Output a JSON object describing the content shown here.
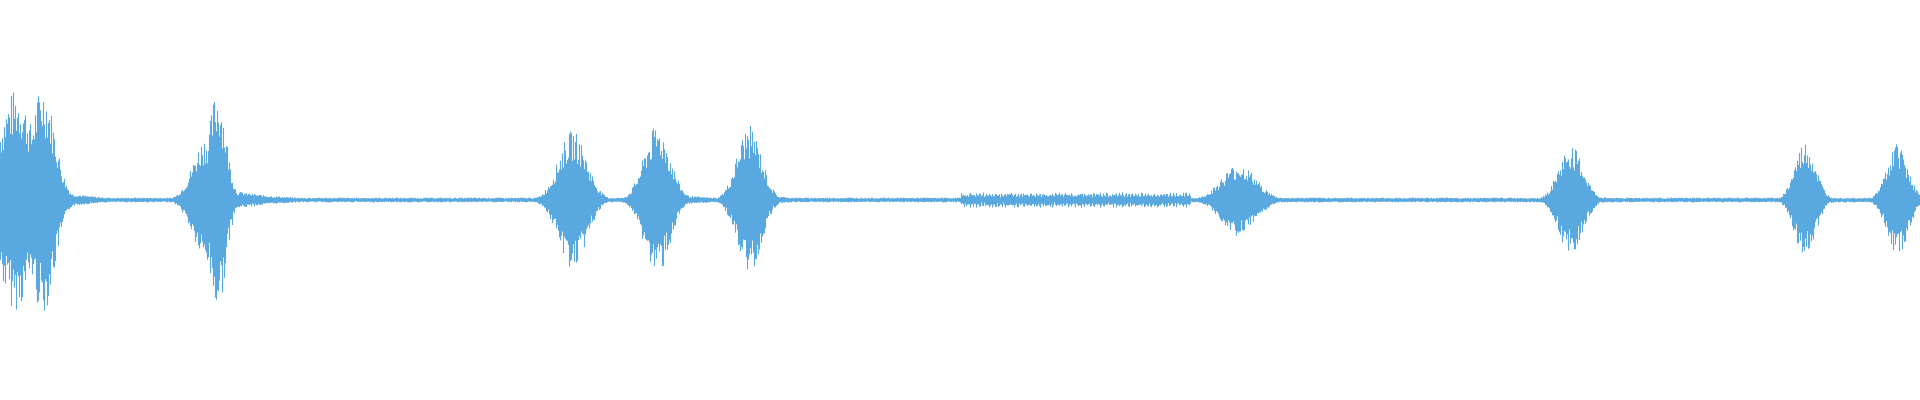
{
  "waveform": {
    "color": "#5aa8e0",
    "background": "#ffffff",
    "bursts": [
      {
        "center": 0.008,
        "width": 0.02,
        "peak": 0.92,
        "tail": 0.03
      },
      {
        "center": 0.022,
        "width": 0.014,
        "peak": 0.95,
        "tail": 0.04
      },
      {
        "center": 0.108,
        "width": 0.016,
        "peak": 0.55,
        "tail": 0.02
      },
      {
        "center": 0.113,
        "width": 0.01,
        "peak": 0.92,
        "tail": 0.05
      },
      {
        "center": 0.298,
        "width": 0.016,
        "peak": 0.58,
        "tail": 0.03
      },
      {
        "center": 0.342,
        "width": 0.015,
        "peak": 0.62,
        "tail": 0.045
      },
      {
        "center": 0.39,
        "width": 0.014,
        "peak": 0.62,
        "tail": 0.035
      },
      {
        "center": 0.645,
        "width": 0.02,
        "peak": 0.3,
        "tail": 0.03
      },
      {
        "center": 0.818,
        "width": 0.014,
        "peak": 0.45,
        "tail": 0.04
      },
      {
        "center": 0.94,
        "width": 0.012,
        "peak": 0.48,
        "tail": 0.035
      },
      {
        "center": 0.988,
        "width": 0.012,
        "peak": 0.48,
        "tail": 0.02
      }
    ],
    "ripple_zone": [
      0.5,
      0.62
    ],
    "baseline_amplitude": 0.02
  }
}
